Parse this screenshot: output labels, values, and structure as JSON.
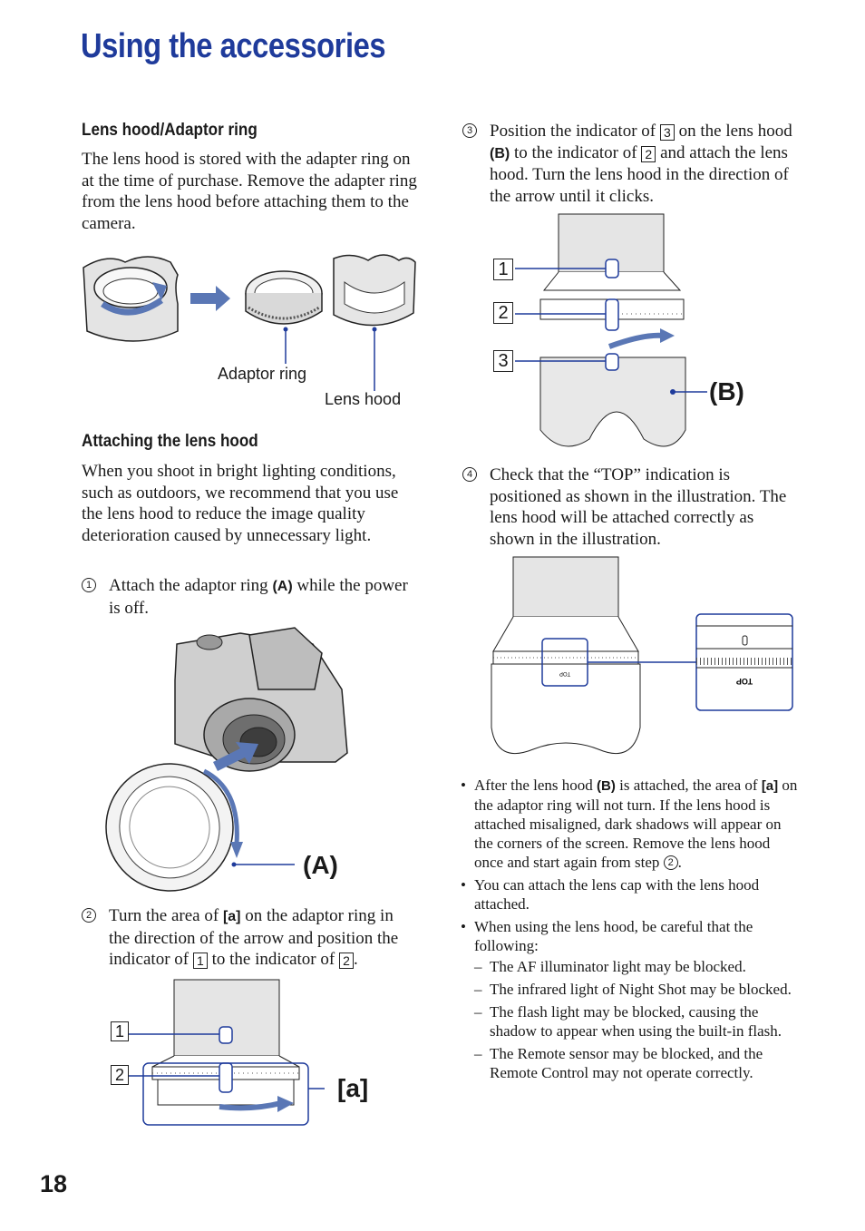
{
  "page": {
    "title": "Using the accessories",
    "page_number": "18"
  },
  "section1": {
    "heading": "Lens hood/Adaptor ring",
    "para": "The lens hood is stored with the adapter ring on at the time of purchase. Remove the adapter ring from the lens hood before attaching them to the camera.",
    "label_adaptor": "Adaptor ring",
    "label_hood": "Lens hood"
  },
  "section2": {
    "heading": "Attaching the lens hood",
    "para": "When you shoot in bright lighting conditions, such as outdoors, we recommend that you use the lens hood to reduce the image quality deterioration caused by unnecessary light.",
    "step1_num": "1",
    "step1_a": "Attach the adaptor ring ",
    "step1_b": "(A)",
    "step1_c": " while the power is off.",
    "label_A": "(A)",
    "step2_num": "2",
    "step2_a": "Turn the area of ",
    "step2_b": "[a]",
    "step2_c": " on the adaptor ring in the direction of the arrow and position the indicator of ",
    "step2_d": " to the indicator of ",
    "step2_e": ".",
    "label_a": "[a]"
  },
  "section3": {
    "step3_num": "3",
    "step3_a": "Position the indicator of ",
    "step3_b": " on the lens hood ",
    "step3_c": "(B)",
    "step3_d": " to the indicator of ",
    "step3_e": " and attach the lens hood. Turn the lens hood in the direction of the arrow until it clicks.",
    "label_B": "(B)",
    "step4_num": "4",
    "step4": "Check that the “TOP” indication is positioned as shown in the illustration. The lens hood will be attached correctly as shown in the illustration.",
    "top_label": "TOP",
    "b1_a": "After the lens hood ",
    "b1_b": "(B)",
    "b1_c": " is attached, the area of ",
    "b1_d": "[a]",
    "b1_e": " on the adaptor ring will not turn. If the lens hood is attached misaligned, dark shadows will appear on the corners of the screen. Remove the lens hood once and start again from step ",
    "b1_f": ".",
    "b2": "You can attach the lens cap with the lens hood attached.",
    "b3": "When using the lens hood, be careful that the following:",
    "d1": "The AF illuminator light may be blocked.",
    "d2": "The infrared light of Night Shot may be blocked.",
    "d3": "The flash light may be blocked, causing the shadow to appear when using the built-in flash.",
    "d4": "The Remote sensor may be blocked, and the Remote Control may not operate correctly."
  },
  "box_labels": {
    "one": "1",
    "two": "2",
    "three": "3"
  },
  "colors": {
    "title": "#1f3b9b",
    "arrow": "#5a77b5",
    "callout": "#1f3b9b",
    "ill_fill": "#e6e6e6"
  }
}
